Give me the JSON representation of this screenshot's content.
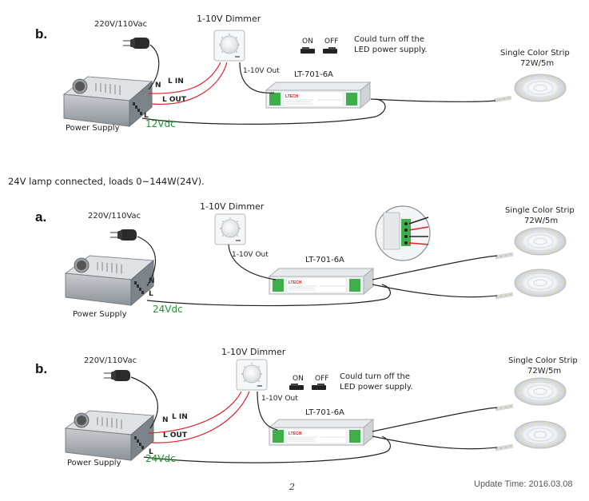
{
  "sections": [
    {
      "label": "b.",
      "mains": "220V/110Vac",
      "dimmer_title": "1-10V Dimmer",
      "dimmer_out": "1-10V Out",
      "driver_model": "LT-701-6A",
      "strip_title": "Single Color Strip",
      "strip_power": "72W/5m",
      "power_supply": "Power Supply",
      "voltage": "12Vdc",
      "wire_l_in": "L  IN",
      "wire_l_out": "L OUT",
      "wire_n": "N",
      "wire_l": "L",
      "switch_on": "ON",
      "switch_off": "OFF",
      "note": "Could turn off the LED power supply."
    },
    {
      "label": "a.",
      "mains": "220V/110Vac",
      "dimmer_title": "1-10V Dimmer",
      "dimmer_out": "1-10V Out",
      "driver_model": "LT-701-6A",
      "strip_title": "Single Color Strip",
      "strip_power": "72W/5m",
      "power_supply": "Power Supply",
      "voltage": "24Vdc",
      "wire_n": "N",
      "wire_l": "L"
    },
    {
      "label": "b.",
      "mains": "220V/110Vac",
      "dimmer_title": "1-10V Dimmer",
      "dimmer_out": "1-10V Out",
      "driver_model": "LT-701-6A",
      "strip_title": "Single Color Strip",
      "strip_power": "72W/5m",
      "power_supply": "Power Supply",
      "voltage": "24Vdc",
      "wire_l_in": "L  IN",
      "wire_l_out": "L OUT",
      "wire_n": "N",
      "wire_l": "L",
      "switch_on": "ON",
      "switch_off": "OFF",
      "note": "Could turn off the LED power supply."
    }
  ],
  "caption": "24V lamp connected, loads 0~144W(24V).",
  "page_number": "2",
  "update_time": "Update Time: 2016.03.08",
  "driver_brand": "LTECH",
  "colors": {
    "live_wire": "#e0202a",
    "neutral_wire": "#222222",
    "voltage_text": "#1c9a2e"
  }
}
